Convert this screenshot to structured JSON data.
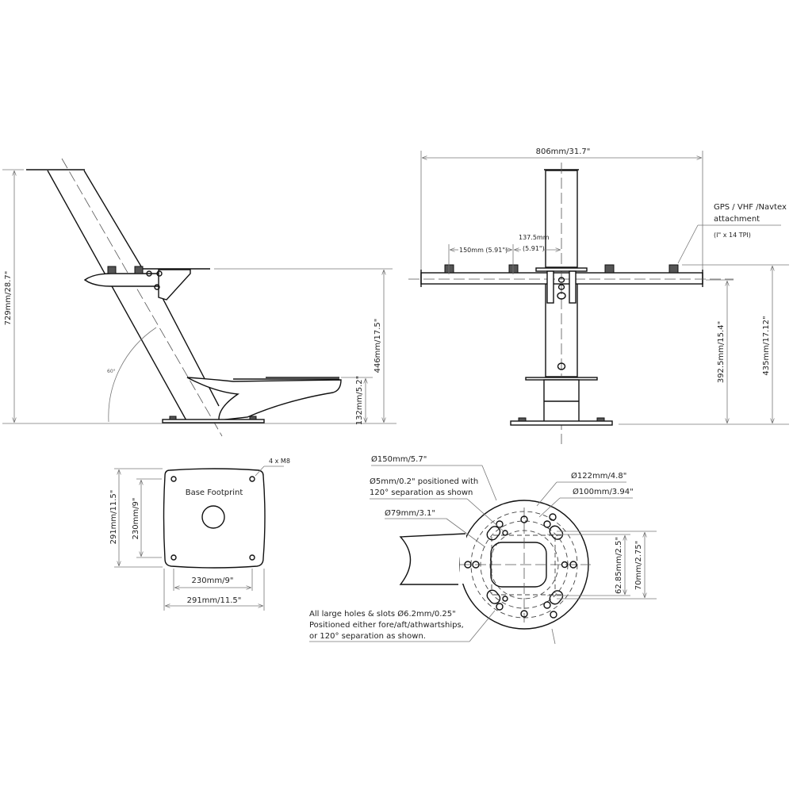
{
  "side_view": {
    "height_total": "729mm/28.7\"",
    "height_crossbar": "446mm/17.5\"",
    "height_base": "132mm/5.2\"",
    "angle": "60°"
  },
  "front_view": {
    "width_total": "806mm/31.7\"",
    "spacing_outer": "150mm (5.91\")",
    "spacing_inner_mm": "137.5mm",
    "spacing_inner_in": "(5.91\")",
    "attachment_title_line1": "GPS / VHF /Navtex",
    "attachment_title_line2": "attachment",
    "attachment_thread": "(I\" x 14 TPI)",
    "height_bar": "392.5mm/15.4\"",
    "height_top": "435mm/17.12\""
  },
  "base_footprint": {
    "title": "Base Footprint",
    "bolts": "4 x M8",
    "outer_height": "291mm/11.5\"",
    "inner_height": "230mm/9\"",
    "inner_width": "230mm/9\"",
    "outer_width": "291mm/11.5\""
  },
  "mount_plate": {
    "dia_150": "Ø150mm/5.7\"",
    "hole_5_line1": "Ø5mm/0.2\" positioned with",
    "hole_5_line2": "120° separation as shown",
    "dia_79": "Ø79mm/3.1\"",
    "dia_122": "Ø122mm/4.8\"",
    "dia_100": "Ø100mm/3.94\"",
    "slot_spacing_1": "62.85mm/2.5\"",
    "slot_spacing_2": "70mm/2.75\"",
    "large_holes_line1": "All large holes & slots Ø6.2mm/0.25\"",
    "large_holes_line2": "Positioned either fore/aft/athwartships,",
    "large_holes_line3": "or 120° separation as shown."
  }
}
